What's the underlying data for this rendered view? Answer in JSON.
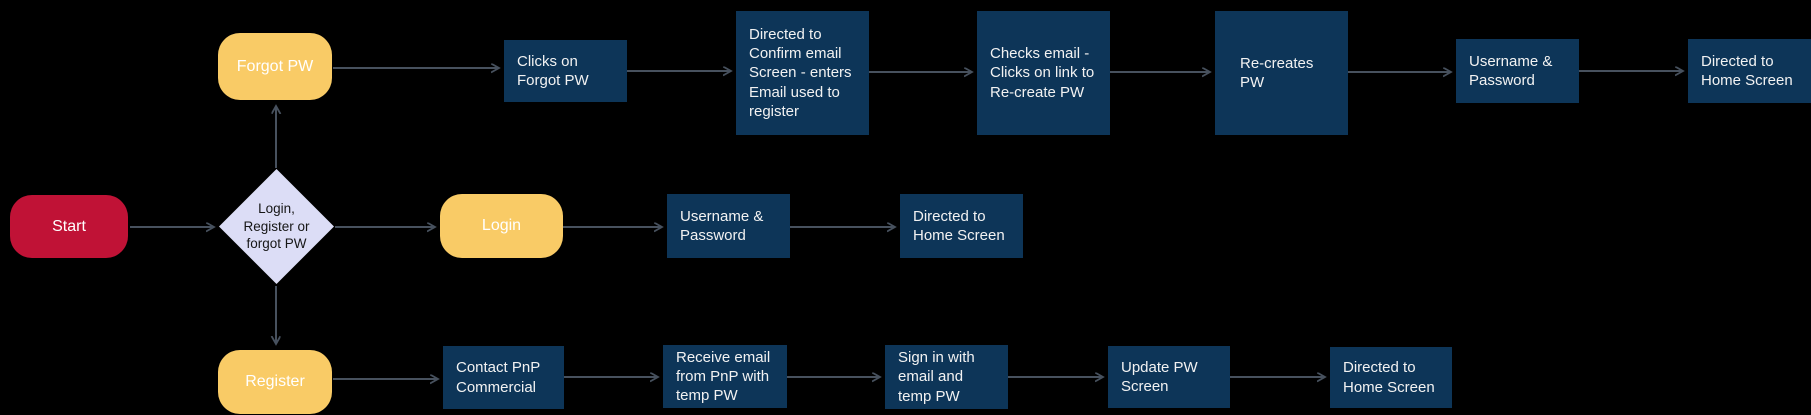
{
  "colors": {
    "background": "#000000",
    "process_blue": "#0D3558",
    "action_yellow": "#F9CB66",
    "start_red": "#C01236",
    "decision_lavender": "#DCDDF6",
    "arrow_gray": "#47515E",
    "text_light": "#F2F2F2",
    "text_dark": "#161616"
  },
  "nodes": {
    "start": "Start",
    "decision": "Login,\nRegister or\nforgot PW",
    "forgot_pw": "Forgot PW",
    "login": "Login",
    "register": "Register",
    "clicks_on_forgot_pw": "Clicks on\nForgot PW",
    "directed_confirm_email": "Directed to\nConfirm email\nScreen - enters\nEmail used to\nregister",
    "checks_email": "Checks email -\nClicks on link to\nRe-create PW",
    "recreates_pw": "Re-creates\nPW",
    "username_password_top": "Username &\nPassword",
    "directed_home_top": "Directed to\nHome Screen",
    "username_password_mid": "Username &\nPassword",
    "directed_home_mid": "Directed to\nHome Screen",
    "contact_pnp": "Contact PnP\nCommercial",
    "receive_email": "Receive email\nfrom PnP with\ntemp PW",
    "sign_in": "Sign in with\nemail and\ntemp PW",
    "update_pw": "Update PW\nScreen",
    "directed_home_bottom": "Directed to\nHome Screen"
  }
}
